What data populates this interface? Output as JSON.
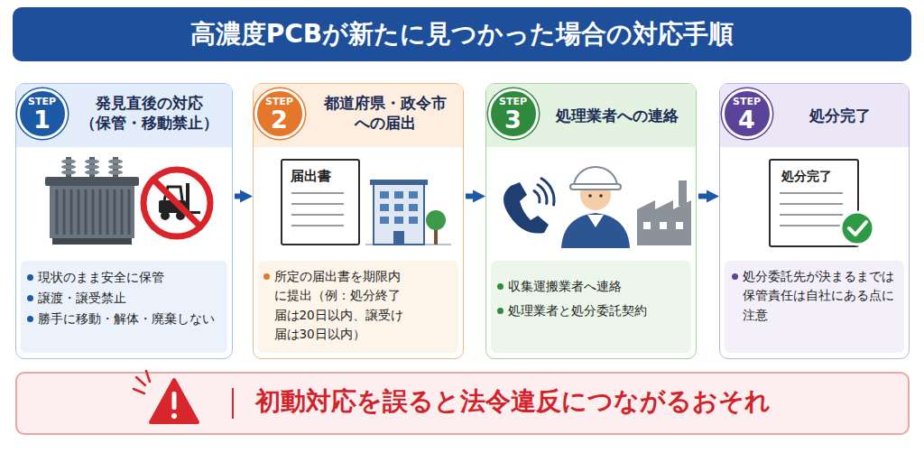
{
  "diagram": {
    "title": "高濃度PCBが新たに見つかった場合の対応手順",
    "nodes": [
      {
        "text": [
          "発見直後の対応 （保管・移動禁止）",
          "現状のまま安全に保管",
          "譲渡・譲受禁止",
          "勝手に移動・解体・廃棄しない"
        ]
      },
      {
        "text": [
          "STEP",
          "1"
        ],
        "in": 0
      },
      {
        "text": [
          "都道府県・政令市 への届出",
          "所定の届出書を期限内に提出（例：処分終了届は20日以内、譲受け届は30日以内）"
        ]
      },
      {
        "text": [
          "STEP",
          "2"
        ],
        "in": 2
      },
      {
        "text": [
          "届出書"
        ],
        "in": 2
      },
      {
        "text": [
          "処理業者への連絡",
          "収集運搬業者へ連絡",
          "処理業者と処分委託契約"
        ]
      },
      {
        "text": [
          "STEP",
          "3"
        ],
        "in": 5
      },
      {
        "text": [
          "処分完了",
          "処分委託先が決まるまでは保管責任は自社にある点に注意"
        ]
      },
      {
        "text": [
          "STEP",
          "4"
        ],
        "in": 7
      },
      {
        "text": [
          "処分完了"
        ],
        "in": 7
      },
      {
        "text": [
          "初動対応を誤ると法令違反につながるおそれ"
        ]
      }
    ],
    "edges": [
      {
        "from": 0,
        "to": 2,
        "arrow": "to"
      },
      {
        "from": 2,
        "to": 5,
        "arrow": "to"
      },
      {
        "from": 5,
        "to": 7,
        "arrow": "to"
      }
    ]
  }
}
